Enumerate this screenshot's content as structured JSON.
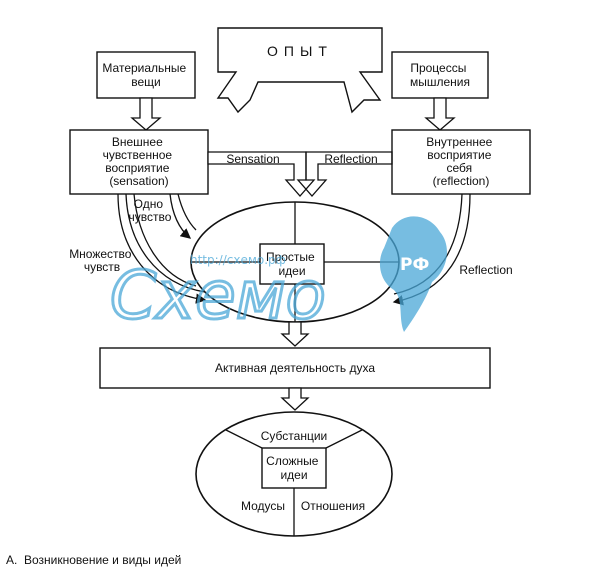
{
  "top": {
    "experience": "ОПЫТ",
    "material_things": [
      "Материальные",
      "вещи"
    ],
    "thinking_processes": [
      "Процессы",
      "мышления"
    ]
  },
  "perception": {
    "external": [
      "Внешнее",
      "чувственное",
      "восприятие",
      "(sensation)"
    ],
    "internal": [
      "Внутреннее",
      "восприятие",
      "себя",
      "(reflection)"
    ]
  },
  "arrows": {
    "sensation": "Sensation",
    "reflection": "Reflection",
    "reflection_right": "Reflection",
    "one_sense": [
      "Одно",
      "чувство"
    ],
    "many_senses": [
      "Множество",
      "чувств"
    ]
  },
  "simple_ideas": [
    "Простые",
    "идеи"
  ],
  "active_activity": "Активная деятельность духа",
  "complex": {
    "substances": "Субстанции",
    "complex_ideas": [
      "Сложные",
      "идеи"
    ],
    "modes": "Модусы",
    "relations": "Отношения"
  },
  "caption": "A.  Возникновение и виды идей",
  "watermark": {
    "text": "Схемо",
    "url": "http://схемо.рф",
    "rf": "РФ",
    "color": "#4aa8d8"
  }
}
